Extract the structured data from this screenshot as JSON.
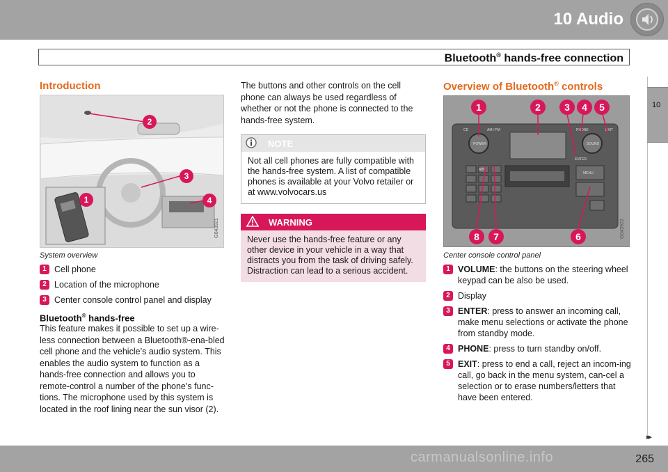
{
  "header": {
    "chapter": "10 Audio",
    "section_title": "Bluetooth",
    "section_sup": "®",
    "section_rest": " hands-free connection",
    "icon": "speaker-icon"
  },
  "side_tab": {
    "number": "10"
  },
  "footer": {
    "page_number": "265",
    "next_marker": "▸▸",
    "watermark": "carmanualsonline.info"
  },
  "left": {
    "heading": "Introduction",
    "figure_code": "G043921",
    "figure_callouts": [
      "1",
      "2",
      "3",
      "4"
    ],
    "caption": "System overview",
    "items": [
      {
        "num": "1",
        "text": "Cell phone"
      },
      {
        "num": "2",
        "text": "Location of the microphone"
      },
      {
        "num": "3",
        "text": "Center console control panel and display"
      }
    ],
    "subheading": "Bluetooth",
    "subheading_sup": "®",
    "subheading_rest": " hands-free",
    "paragraph": "This feature makes it possible to set up a wire-less connection between a Bluetooth®-ena-bled cell phone and the vehicle’s audio system. This enables the audio system to function as a hands-free connection and allows you to remote-control a number of the phone’s func-tions. The microphone used by this system is located in the roof lining near the sun visor (2)."
  },
  "middle": {
    "paragraph": "The buttons and other controls on the cell phone can always be used regardless of whether or not the phone is connected to the hands-free system.",
    "note": {
      "label": "NOTE",
      "text": "Not all cell phones are fully compatible with the hands-free system. A list of compatible phones is available at your Volvo retailer or at www.volvocars.us"
    },
    "warning": {
      "label": "WARNING",
      "text": "Never use the hands-free feature or any other device in your vehicle in a way that distracts you from the task of driving safely. Distraction can lead to a serious accident."
    }
  },
  "right": {
    "heading": "Overview of Bluetooth",
    "heading_sup": "®",
    "heading_rest": " controls",
    "figure_code": "G043922",
    "figure_callouts": [
      "1",
      "2",
      "3",
      "4",
      "5",
      "8",
      "7",
      "6"
    ],
    "panel_labels": {
      "cd": "CD",
      "am_fm": "AM / FM",
      "power": "POWER",
      "phone": "PHONE",
      "exit": "EXIT",
      "sound": "SOUND",
      "enter": "ENTER",
      "menu": "MENU",
      "abc": "ABC"
    },
    "caption": "Center console control panel",
    "items": [
      {
        "num": "1",
        "bold": "VOLUME",
        "text": ": the buttons on the steering wheel keypad can be also be used."
      },
      {
        "num": "2",
        "bold": "",
        "text": "Display"
      },
      {
        "num": "3",
        "bold": "ENTER",
        "text": ": press to answer an incoming call, make menu selections or activate the phone from standby mode."
      },
      {
        "num": "4",
        "bold": "PHONE",
        "text": ": press to turn standby on/off."
      },
      {
        "num": "5",
        "bold": "EXIT",
        "text": ": press to end a call, reject an incom-ing call, go back in the menu system, can-cel a selection or to erase numbers/letters that have been entered."
      }
    ]
  },
  "colors": {
    "accent_orange": "#e36a1c",
    "badge_magenta": "#d8175a",
    "band_gray": "#a3a3a3",
    "warning_bg": "#f3dde4"
  }
}
